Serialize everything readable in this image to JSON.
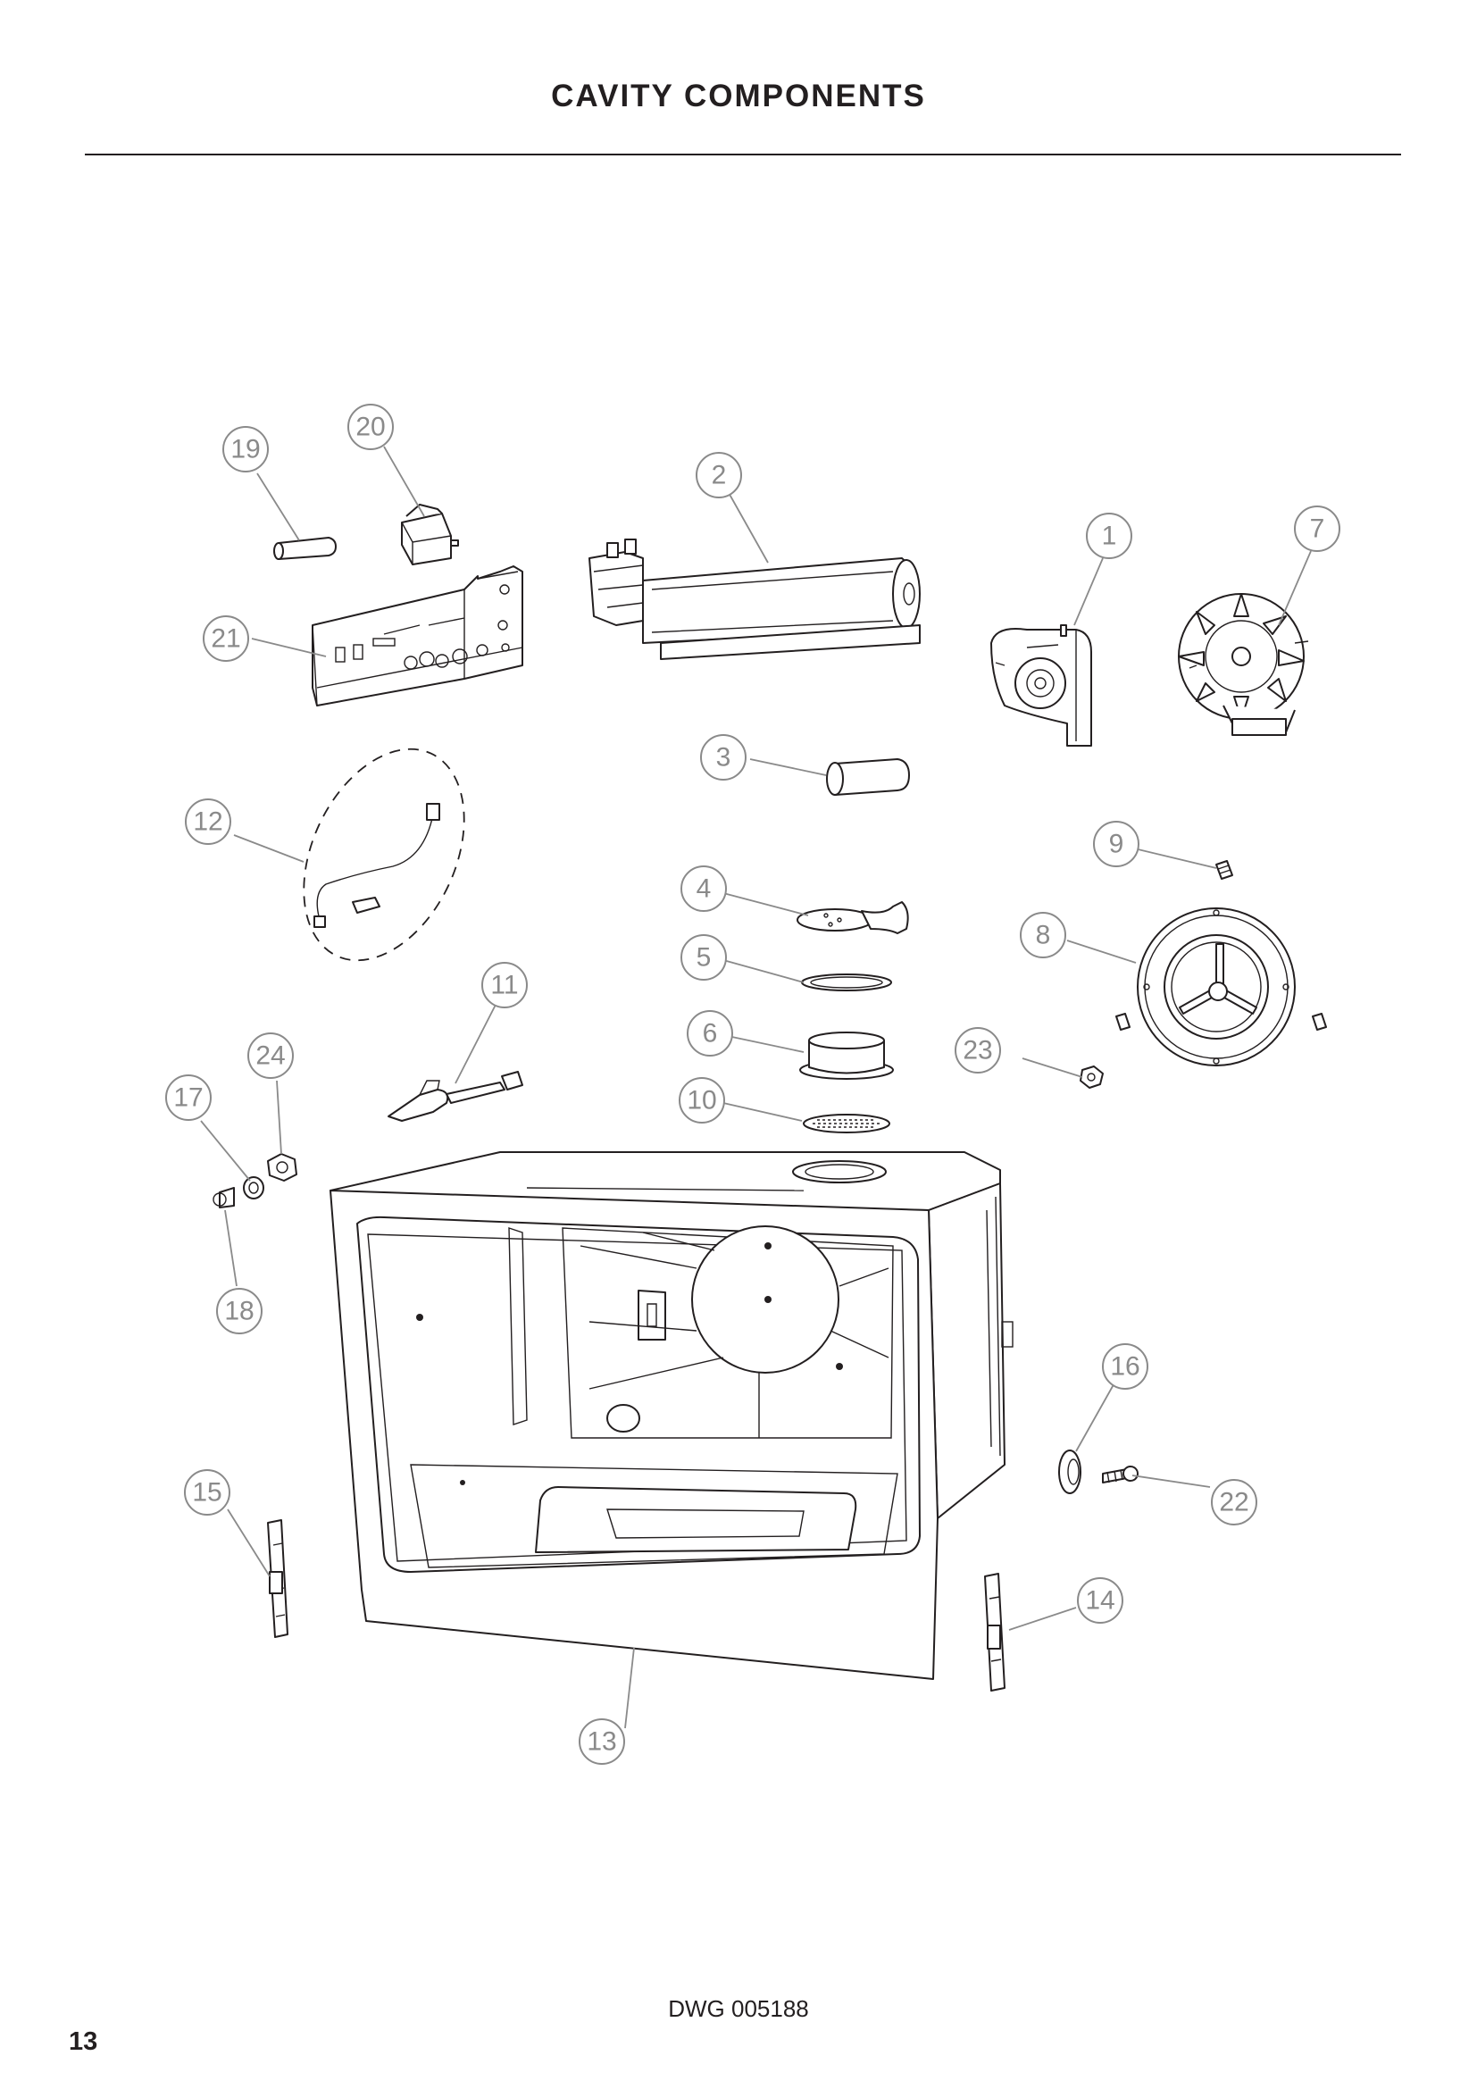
{
  "page": {
    "title": "CAVITY COMPONENTS",
    "drawing_number": "DWG 005188",
    "page_number": "13"
  },
  "callouts": [
    {
      "id": "1",
      "label": "1"
    },
    {
      "id": "2",
      "label": "2"
    },
    {
      "id": "3",
      "label": "3"
    },
    {
      "id": "4",
      "label": "4"
    },
    {
      "id": "5",
      "label": "5"
    },
    {
      "id": "6",
      "label": "6"
    },
    {
      "id": "7",
      "label": "7"
    },
    {
      "id": "8",
      "label": "8"
    },
    {
      "id": "9",
      "label": "9"
    },
    {
      "id": "10",
      "label": "10"
    },
    {
      "id": "11",
      "label": "11"
    },
    {
      "id": "12",
      "label": "12"
    },
    {
      "id": "13",
      "label": "13"
    },
    {
      "id": "14",
      "label": "14"
    },
    {
      "id": "15",
      "label": "15"
    },
    {
      "id": "16",
      "label": "16"
    },
    {
      "id": "17",
      "label": "17"
    },
    {
      "id": "18",
      "label": "18"
    },
    {
      "id": "19",
      "label": "19"
    },
    {
      "id": "20",
      "label": "20"
    },
    {
      "id": "21",
      "label": "21"
    },
    {
      "id": "22",
      "label": "22"
    },
    {
      "id": "23",
      "label": "23"
    },
    {
      "id": "24",
      "label": "24"
    }
  ],
  "colors": {
    "ink": "#231f20",
    "callout": "#8a8a8a"
  }
}
